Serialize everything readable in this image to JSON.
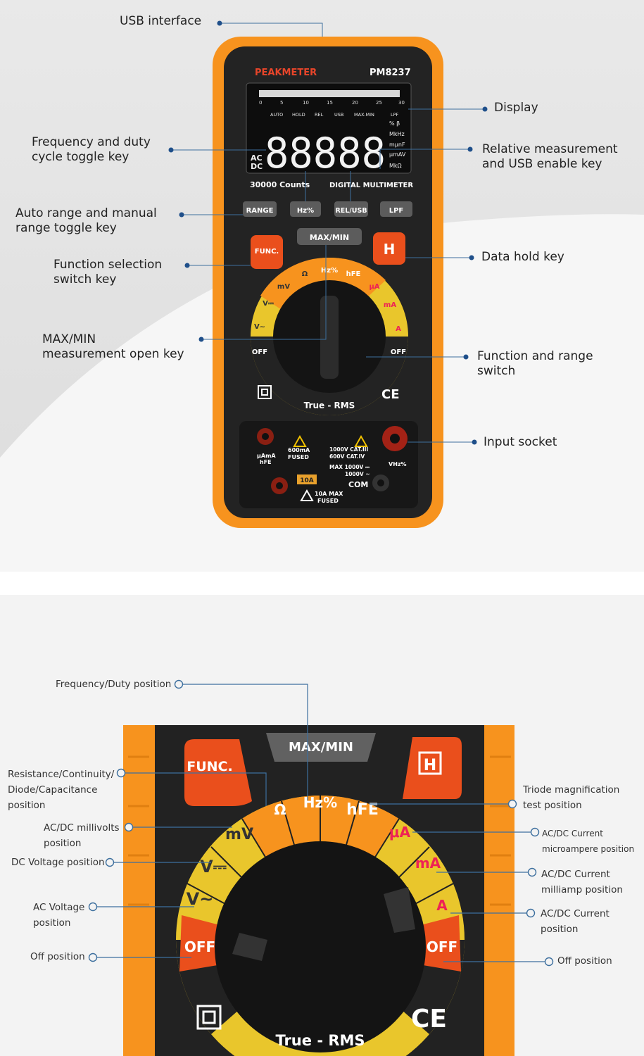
{
  "device": {
    "brand": "PEAKMETER",
    "model": "PM8237",
    "counts": "30000 Counts",
    "type_label": "DIGITAL MULTIMETER",
    "true_rms": "True - RMS",
    "ce_mark": "CE",
    "lcd": {
      "digits": "88888",
      "ac": "AC",
      "dc": "DC",
      "tags": [
        "AUTO",
        "HOLD",
        "REL",
        "USB",
        "MAX-MIN",
        "LPF"
      ],
      "units": [
        "% β",
        "MkHz",
        "mμnF",
        "μmAV",
        "MkΩ"
      ],
      "scale": [
        "0",
        "5",
        "10",
        "15",
        "20",
        "25",
        "30"
      ]
    },
    "buttons": {
      "range": "RANGE",
      "hz": "Hz%",
      "rel_usb": "REL/USB",
      "lpf": "LPF",
      "maxmin": "MAX/MIN",
      "func": "FUNC.",
      "hold": "H"
    },
    "dial": {
      "positions": [
        "OFF",
        "V~",
        "V⎓",
        "mV",
        "Ω",
        "Hz%",
        "hFE",
        "μA",
        "mA",
        "A",
        "OFF"
      ]
    },
    "sockets": {
      "left_label": "μAmA\nhFE",
      "fuse_600": "600mA\nFUSED",
      "cat_rating": "1000V CAT.III\n600V CAT.IV",
      "max_rating": "MAX 1000V ⎓\n1000V ~",
      "com": "COM",
      "right_label": "VHz%",
      "label_10a": "10A",
      "fuse_10a": "10A MAX\nFUSED"
    }
  },
  "top_annotations": {
    "usb_interface": "USB interface",
    "display": "Display",
    "freq_duty_key": "Frequency and duty\ncycle toggle key",
    "relative_usb_key": "Relative measurement\nand USB enable key",
    "auto_range_key": "Auto range and manual\nrange toggle key",
    "data_hold_key": "Data hold key",
    "function_select_key": "Function selection\nswitch key",
    "maxmin_key": "MAX/MIN\nmeasurement open key",
    "function_range_switch": "Function and range\nswitch",
    "input_socket": "Input socket"
  },
  "bottom_annotations": {
    "freq_duty_position": "Frequency/Duty position",
    "resistance_position": "Resistance/Continuity/\nDiode/Capacitance\nposition",
    "millivolts_position": "AC/DC millivolts\nposition",
    "dc_voltage_position": "DC Voltage position",
    "ac_voltage_position": "AC Voltage\nposition",
    "off_left": "Off position",
    "triode_position": "Triode magnification\ntest position",
    "microamp_position": "AC/DC Current\nmicroampere position",
    "milliamp_position": "AC/DC Current\nmilliamp position",
    "current_position": "AC/DC Current\nposition",
    "off_right": "Off position"
  },
  "colors": {
    "orange": "#f7931e",
    "red_button": "#ea4f1c",
    "yellow_ring": "#e9c62c",
    "body": "#1e1e1e"
  }
}
